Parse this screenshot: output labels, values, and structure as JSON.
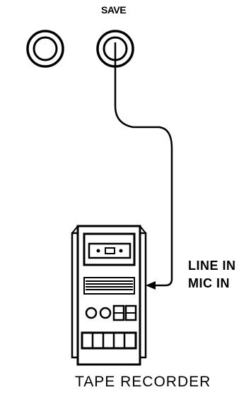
{
  "labels": {
    "save": "SAVE",
    "line_in": "LINE IN",
    "mic_in": "MIC IN",
    "device": "TAPE RECORDER"
  },
  "icons": [
    "jack-left",
    "jack-save",
    "cable",
    "cassette-window",
    "speaker-grille",
    "control-knob",
    "control-switch",
    "function-key"
  ],
  "colors": {
    "ink": "#000000",
    "background": "#ffffff"
  }
}
